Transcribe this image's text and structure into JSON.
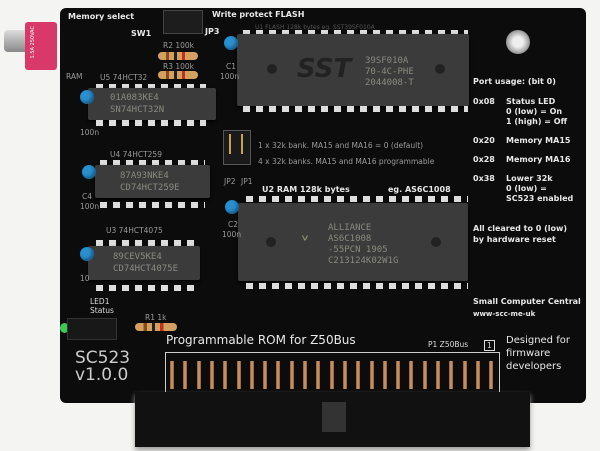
{
  "board": {
    "title": "Programmable ROM for Z50Bus",
    "model": "SC523",
    "version": "v1.0.0",
    "memory_select": "Memory select",
    "write_protect": "Write protect FLASH",
    "sw1": "SW1",
    "sw_rating": "1.5A 250VAC",
    "ram": "RAM",
    "jp3": "JP3",
    "r2": "R2 100k",
    "r3": "R3 100k",
    "c1": "C1",
    "c1_val": "100n",
    "c2": "C2",
    "c2_val": "100n",
    "c4": "C4",
    "c4_val": "100n",
    "c5_val": "100n",
    "c3_val": "10",
    "u1_label": "U1 FLASH 128k bytes   eg. SST39SF010A",
    "u1_marking": [
      "39SF010A",
      "70-4C-PHE",
      "2044008-T"
    ],
    "u1_logo": "SST",
    "u5_label": "U5 74HCT32",
    "u5_marking": [
      "01A083KE4",
      "SN74HCT32N"
    ],
    "u4_label": "U4 74HCT259",
    "u4_marking": [
      "87A93NKE4",
      "CD74HCT259E"
    ],
    "u3_label": "U3 74HCT4075",
    "u3_marking": [
      "89CEV5KE4",
      "CD74HCT4075E"
    ],
    "jp_text_1": "1 x 32k bank. MA15 and MA16 = 0 (default)",
    "jp_text_2": "4 x 32k banks. MA15 and MA16 programmable",
    "jp2": "JP2",
    "jp1": "JP1",
    "u2_label": "U2  RAM 128k bytes",
    "u2_eg": "eg. AS6C1008",
    "u2_marking": [
      "ALLIANCE",
      "AS6C1008",
      "-55PCN 1905",
      "C213124K02W1G"
    ],
    "led1": "LED1",
    "led_status": "Status",
    "r1": "R1 1k",
    "p1": "P1  Z50Bus",
    "pin1": "1"
  },
  "port_usage": {
    "title": "Port usage: (bit 0)",
    "rows": [
      {
        "addr": "0x08",
        "desc": [
          "Status LED",
          "0 (low) = On",
          "1 (high) = Off"
        ]
      },
      {
        "addr": "0x20",
        "desc": [
          "Memory MA15"
        ]
      },
      {
        "addr": "0x28",
        "desc": [
          "Memory MA16"
        ]
      },
      {
        "addr": "0x38",
        "desc": [
          "Lower 32k",
          "0 (low) =",
          "SC523 enabled"
        ]
      }
    ],
    "reset_note": [
      "All cleared to 0 (low)",
      "by hardware reset"
    ]
  },
  "credits": {
    "company": "Small Computer Central",
    "url": "www-scc-me-uk",
    "tagline": [
      "Designed for",
      "firmware",
      "developers"
    ]
  }
}
